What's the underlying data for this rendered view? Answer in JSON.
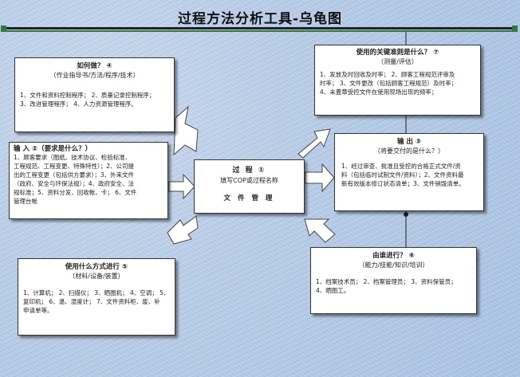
{
  "page": {
    "title": "过程方法分析工具-乌龟图"
  },
  "how": {
    "heading": "如何做？ ④",
    "subheading": "（作业指导书/方法/程序/技术）",
    "lines": [
      "1、文件和资料控制程序； 2、质量记录控制程序；",
      "3、改进管理程序； 4、人力资源管理程序。"
    ]
  },
  "key": {
    "heading": "使用的关键准则是什么？ ⑦",
    "subheading": "（测量/评估）",
    "lines": [
      "1、发放及时回收及时率； 2、顾客工程规范评审及",
      "时率； 3、文件更改（包括顾客工程规范）及时率；",
      "4、未蓋章受控文件在使用现场出现的频率；"
    ]
  },
  "input": {
    "heading": "输  入 ②（要求是什么？）",
    "lines": [
      "1、顾客要求（图纸、技术协议、检验标准、",
      "工程规范、工程变更、特殊特性）；2、公司提",
      "出的工程变更（包括供方要求）；3、外来文件",
      "（政府、安全与环保法规）；4、政府安全、法",
      "规标准；5、资料分发、回收帐、卡； 6、文件",
      "管理台帐"
    ]
  },
  "process": {
    "title": "过 程 ①",
    "subtitle": "填写COP或过程名称",
    "name": "文 件 管 理"
  },
  "output": {
    "heading": "输 出 ③",
    "subheading": "（将要交付的是什么？）",
    "lines": [
      "1、经过审查、批准且受控的合格正式文件/资",
      "料（包括临时试制文件/资料）；2、文件资料最",
      "新有效版本修订状态清单；3、文件销毁清单。"
    ]
  },
  "resources": {
    "heading": "使用什么方式进行 ⑤",
    "subheading": "（材料/设备/装置）",
    "lines": [
      "1、计算机； 2、扫描仪； 3、晒图机； 4、空调； 5、",
      "复印机； 6、温、湿度计； 7、文件资料柜、废、补",
      "申请单等。"
    ]
  },
  "who": {
    "heading": "由谁进行？ ⑥",
    "subheading": "（能力/技能/知识/培训）",
    "lines": [
      "1、档案技术员； 2、档案管理员； 3、资料保管员；",
      "4、晒图工。"
    ]
  }
}
